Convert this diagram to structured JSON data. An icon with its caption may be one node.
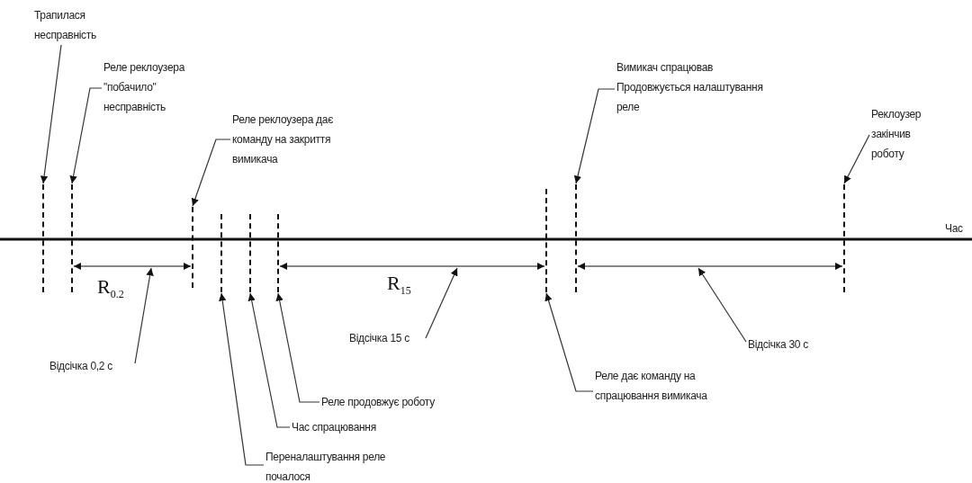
{
  "diagram": {
    "nodes": [
      {
        "text": [
          "Трапилася несправність"
        ]
      },
      {
        "text": [
          "Реле реклоузера \"побачило\" несправність"
        ]
      },
      {
        "text": [
          "Реле реклоузера дає команду на закриття вимикача"
        ]
      },
      {
        "text": [
          "Вимикач спрацював Продовжується налаштування реле"
        ]
      },
      {
        "text": [
          "Реклоузер закінчив роботу"
        ]
      },
      {
        "text": [
          "Відсічка 0,2 с"
        ]
      },
      {
        "text": [
          "Відсічка 15 с"
        ]
      },
      {
        "text": [
          "Реле продовжує роботу"
        ]
      },
      {
        "text": [
          "Час спрацювання"
        ]
      },
      {
        "text": [
          "Переналаштування реле почалося"
        ]
      },
      {
        "text": [
          "Реле дає команду на спрацювання вимикача"
        ]
      },
      {
        "text": [
          "Відсічка 30 с"
        ]
      },
      {
        "text": [],
        "shape": "bar"
      },
      {
        "text": [],
        "shape": "bar"
      },
      {
        "text": [],
        "shape": "bar"
      },
      {
        "text": [],
        "shape": "bar"
      },
      {
        "text": [],
        "shape": "bar"
      },
      {
        "text": [],
        "shape": "bar"
      },
      {
        "text": [],
        "shape": "bar"
      },
      {
        "text": [],
        "shape": "bar"
      },
      {
        "text": [],
        "shape": "bar"
      }
    ],
    "edges": [
      {
        "from": 0,
        "to": 12,
        "arrow": "to"
      },
      {
        "from": 1,
        "to": 13,
        "arrow": "to"
      },
      {
        "from": 2,
        "to": 14,
        "arrow": "to"
      },
      {
        "from": 3,
        "to": 19,
        "arrow": "to"
      },
      {
        "from": 4,
        "to": 20,
        "arrow": "to"
      },
      {
        "from": 5,
        "to": null,
        "arrow": "to"
      },
      {
        "from": 6,
        "to": null,
        "arrow": "to"
      },
      {
        "from": 7,
        "to": 17,
        "arrow": "to"
      },
      {
        "from": 8,
        "to": 16,
        "arrow": "to"
      },
      {
        "from": 9,
        "to": 15,
        "arrow": "to"
      },
      {
        "from": 10,
        "to": 18,
        "arrow": "to"
      },
      {
        "from": 11,
        "to": null,
        "arrow": "to"
      },
      {
        "from": 13,
        "to": 14,
        "arrow": "both"
      },
      {
        "from": 17,
        "to": 18,
        "arrow": "both"
      },
      {
        "from": 19,
        "to": 20,
        "arrow": "both"
      }
    ],
    "labels": [
      "Час",
      "R$_{0.2}$",
      "R$_{15}$"
    ]
  }
}
